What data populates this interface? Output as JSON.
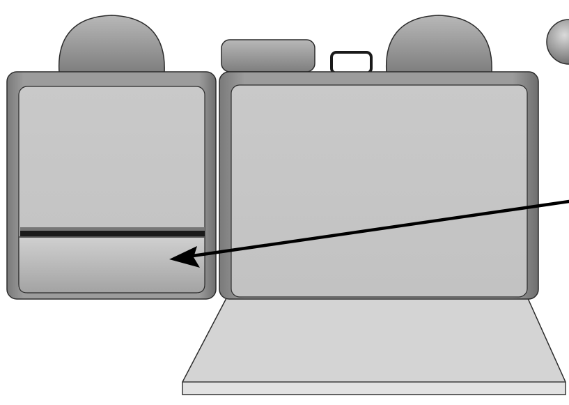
{
  "illustration": {
    "subject": "rear-seat-folded-down",
    "colors": {
      "outline": "#2b2b2b",
      "seat_fill": "#c4c4c4",
      "seat_dark": "#8a8a8a",
      "strap": "#1a1a1a",
      "arrow": "#000000",
      "background": "#ffffff"
    },
    "parts": [
      "left-headrest",
      "center-headrest",
      "right-headrest",
      "center-handle",
      "left-seatback",
      "right-seatback",
      "fold-down-strap",
      "cargo-floor-panel",
      "pointer-arrow"
    ]
  }
}
